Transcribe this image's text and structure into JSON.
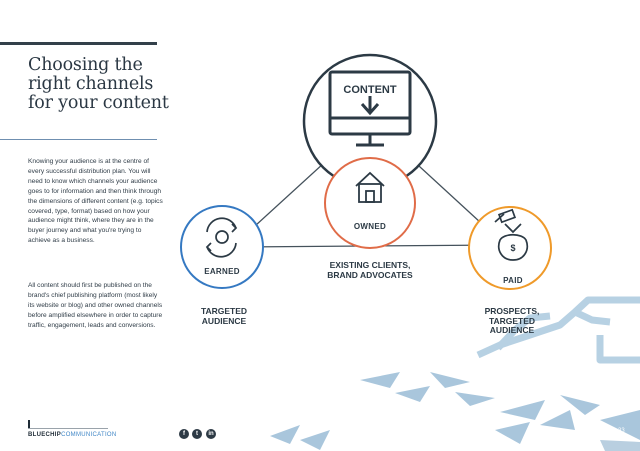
{
  "heading": "Choosing the right channels for your content",
  "body": {
    "paragraph_1": "Knowing your audience is at the centre of every successful distribution plan. You will need to know which channels your audience goes to for information and then think through the dimensions of different content (e.g. topics covered, type, format) based on how your audience might think, where they are in the buyer journey and what you're trying to achieve as a business.",
    "paragraph_2": "All content should first be published on the brand's chief publishing platform (most likely its website or blog) and other owned channels before amplified elsewhere in order to capture traffic, engagement, leads and conversions."
  },
  "diagram": {
    "content_label": "CONTENT",
    "earned_label": "EARNED",
    "owned_label": "OWNED",
    "paid_label": "PAID",
    "earned_audience": "TARGETED AUDIENCE",
    "owned_audience": "EXISTING CLIENTS, BRAND ADVOCATES",
    "paid_audience": "PROSPECTS, TARGETED AUDIENCE"
  },
  "footer": {
    "brand_primary": "BLUECHIP",
    "brand_secondary": "COMMUNICATION",
    "social": {
      "facebook": "f",
      "twitter": "t",
      "linkedin": "in"
    },
    "page_number": "33"
  },
  "colors": {
    "earned": "#3579c2",
    "owned": "#e06c48",
    "paid": "#ef9a2a",
    "content": "#2c3a45",
    "decor": "#b7d1e3"
  }
}
